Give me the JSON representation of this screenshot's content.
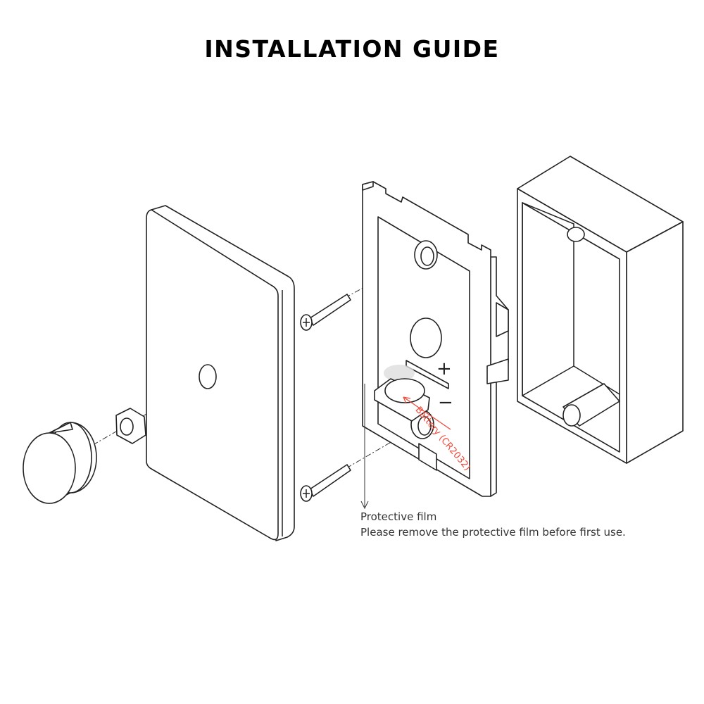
{
  "title": "INSTALLATION GUIDE",
  "labels": {
    "battery": "Battery (CR2032)",
    "plus": "+",
    "minus": "−",
    "protective_film": "Protective film",
    "protective_film_note": "Please remove the protective film before first use."
  },
  "colors": {
    "accent": "#f04a3a",
    "line": "#222222"
  }
}
